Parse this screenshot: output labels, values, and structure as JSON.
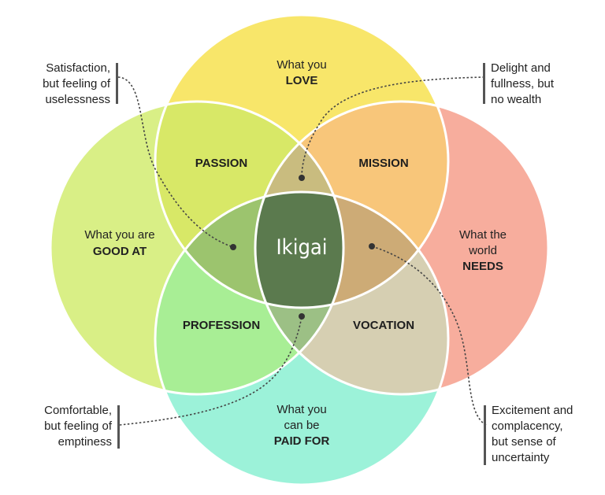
{
  "circles": {
    "love": {
      "line1": "What you",
      "line2": "LOVE",
      "color": "#f8e66a"
    },
    "good_at": {
      "line1": "What you are",
      "line2": "GOOD AT",
      "color": "#d9ef86"
    },
    "needs": {
      "line1": "What the",
      "line2": "world",
      "line3": "NEEDS",
      "color": "#f7ad9d"
    },
    "paid_for": {
      "line1": "What you",
      "line2": "can be",
      "line3": "PAID FOR",
      "color": "#9cf2d9"
    }
  },
  "regions": {
    "passion": {
      "label": "PASSION",
      "color": "#d8e867"
    },
    "mission": {
      "label": "MISSION",
      "color": "#f8c67a"
    },
    "profession": {
      "label": "PROFESSION",
      "color": "#a8ee95"
    },
    "vocation": {
      "label": "VOCATION",
      "color": "#d6cfb2"
    },
    "love_needs_good": {
      "color": "#c9bc7f"
    },
    "good_paid_needs": {
      "color": "#9cc085"
    },
    "good_love_paid": {
      "color": "#9cc46e"
    },
    "love_needs_paid": {
      "color": "#cdab76"
    }
  },
  "center": {
    "label": "Ikigai",
    "color": "#5b7a4e"
  },
  "notes": {
    "top_left": {
      "lines": [
        "Satisfaction,",
        "but feeling of",
        "uselessness"
      ]
    },
    "top_right": {
      "lines": [
        "Delight and",
        "fullness, but",
        "no wealth"
      ]
    },
    "bottom_left": {
      "lines": [
        "Comfortable,",
        "but feeling of",
        "emptiness"
      ]
    },
    "bottom_right": {
      "lines": [
        "Excitement and",
        "complacency,",
        "but sense of",
        "uncertainty"
      ]
    }
  },
  "colors": {
    "outline": "#ffffff",
    "connector": "#444444",
    "dot": "#333333"
  }
}
